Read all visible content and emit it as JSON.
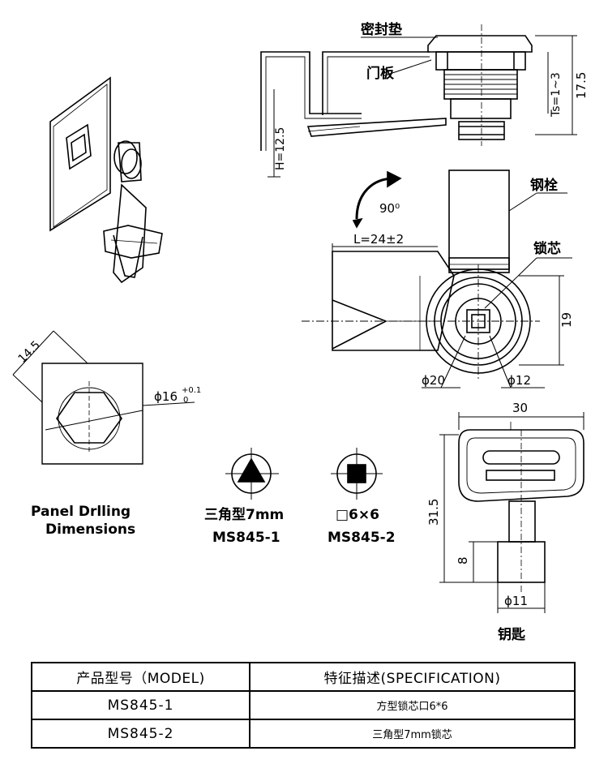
{
  "labels": {
    "gasket": "密封垫",
    "door_panel": "门板",
    "steel_bolt": "钢栓",
    "lock_core": "锁芯",
    "key": "钥匙",
    "rotation": "90⁰",
    "h_dim": "H=12.5",
    "ts_dim": "Ts=1~3",
    "height_dim": "17.5",
    "length_dim": "L=24±2",
    "dim_19": "19",
    "dia_20": "ϕ20",
    "dia_12": "ϕ12",
    "dim_145": "14.5",
    "dia_16": "ϕ16",
    "tol_plus": "+0.1",
    "tol_zero": "0",
    "panel_line1": "Panel Drlling",
    "panel_line2": "Dimensions",
    "tri_name": "三角型7mm",
    "tri_model": "MS845-1",
    "sq_name": "□6×6",
    "sq_model": "MS845-2",
    "key_width": "30",
    "key_height": "31.5",
    "key_shank": "8",
    "key_dia": "ϕ11"
  },
  "table": {
    "headers": [
      "产品型号（MODEL)",
      "特征描述(SPECIFICATION)"
    ],
    "rows": [
      {
        "model": "MS845-1",
        "spec": "方型锁芯口6*6"
      },
      {
        "model": "MS845-2",
        "spec": "三角型7mm锁芯"
      }
    ]
  }
}
